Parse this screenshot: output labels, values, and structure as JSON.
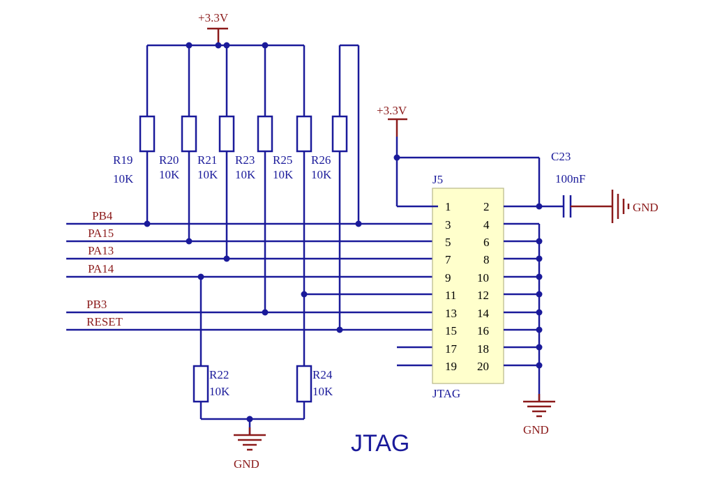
{
  "title": "JTAG",
  "power": {
    "vcc_label": "+3.3V",
    "gnd_label": "GND"
  },
  "nets": [
    "PB4",
    "PA15",
    "PA13",
    "PA14",
    "PB3",
    "RESET"
  ],
  "pullups": [
    {
      "ref": "R19",
      "value": "10K"
    },
    {
      "ref": "R20",
      "value": "10K"
    },
    {
      "ref": "R21",
      "value": "10K"
    },
    {
      "ref": "R23",
      "value": "10K"
    },
    {
      "ref": "R25",
      "value": "10K"
    },
    {
      "ref": "R26",
      "value": "10K"
    }
  ],
  "pulldowns": [
    {
      "ref": "R22",
      "value": "10K"
    },
    {
      "ref": "R24",
      "value": "10K"
    }
  ],
  "capacitor": {
    "ref": "C23",
    "value": "100nF"
  },
  "connector": {
    "ref": "J5",
    "name": "JTAG",
    "pins": [
      [
        "1",
        "2"
      ],
      [
        "3",
        "4"
      ],
      [
        "5",
        "6"
      ],
      [
        "7",
        "8"
      ],
      [
        "9",
        "10"
      ],
      [
        "11",
        "12"
      ],
      [
        "13",
        "14"
      ],
      [
        "15",
        "16"
      ],
      [
        "17",
        "18"
      ],
      [
        "19",
        "20"
      ]
    ]
  },
  "colors": {
    "wire": "#1a1a9a",
    "power": "#8b1a1a",
    "connector_fill": "#ffffcc"
  }
}
